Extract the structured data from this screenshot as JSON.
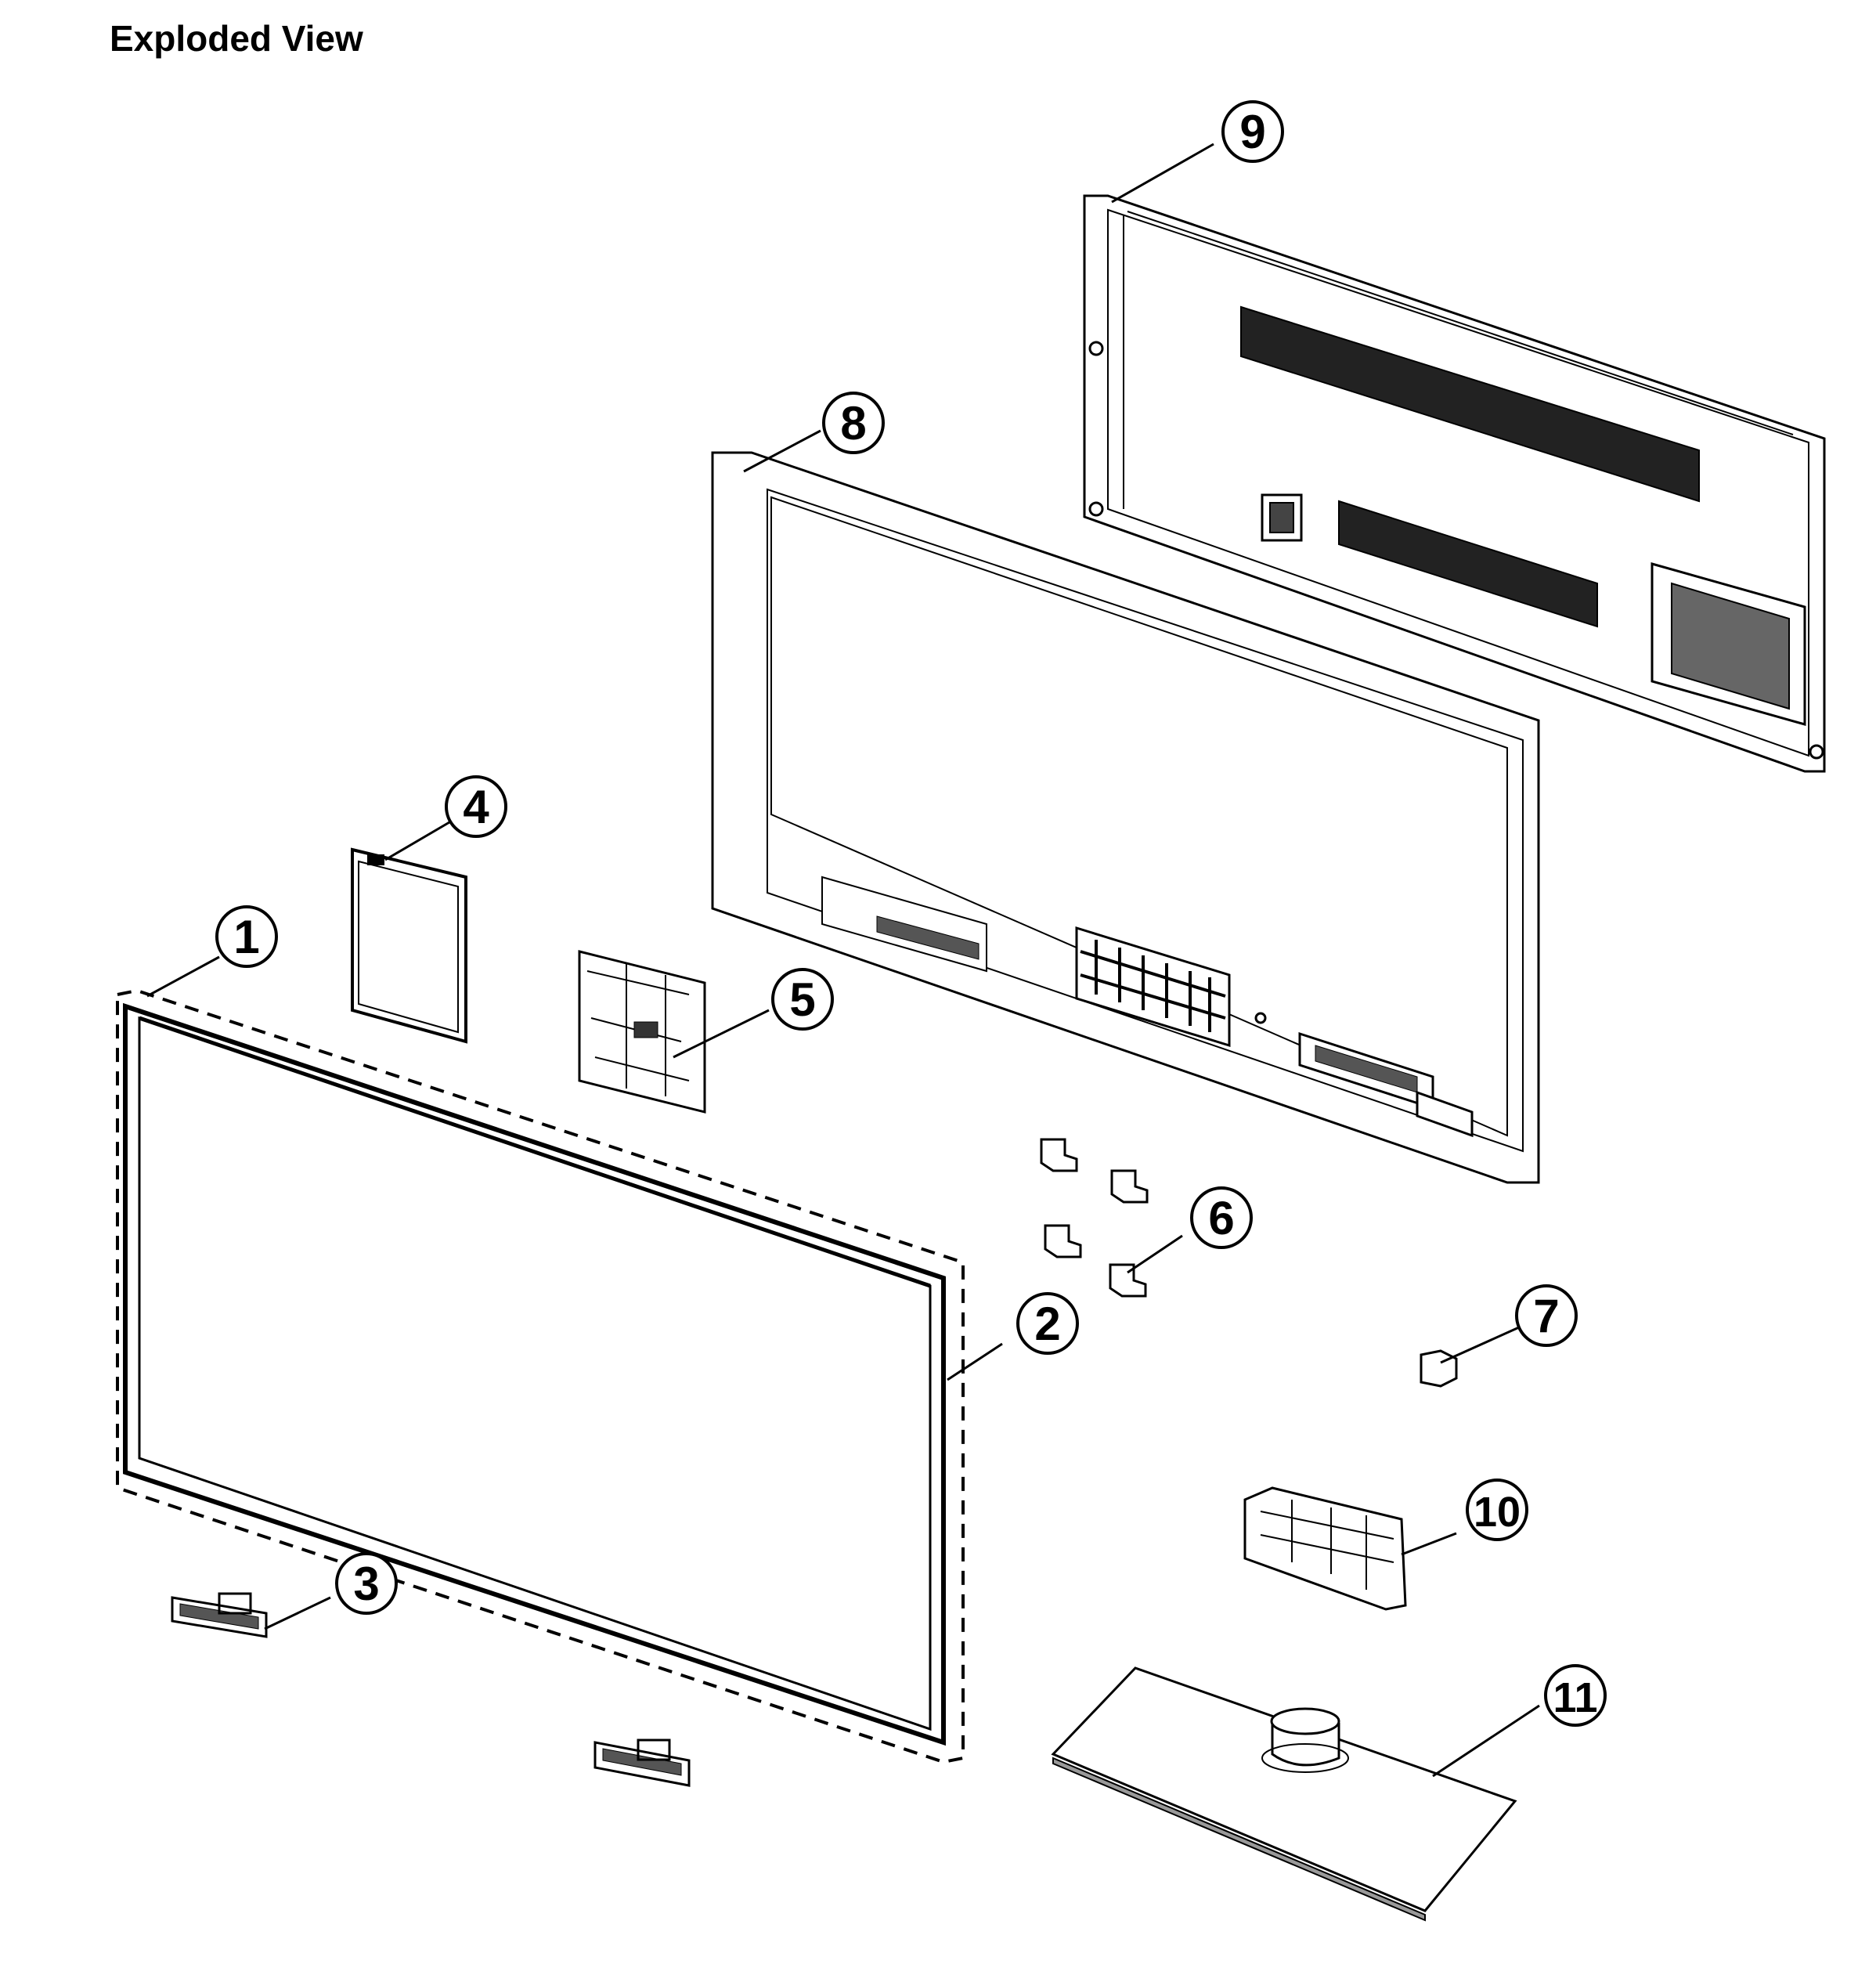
{
  "title": "Exploded View",
  "callouts": [
    {
      "id": "1",
      "label": "1",
      "part": "front-bezel-assembly"
    },
    {
      "id": "2",
      "label": "2",
      "part": "lcd-panel"
    },
    {
      "id": "3",
      "label": "3",
      "part": "speaker"
    },
    {
      "id": "4",
      "label": "4",
      "part": "power-board"
    },
    {
      "id": "5",
      "label": "5",
      "part": "main-board"
    },
    {
      "id": "6",
      "label": "6",
      "part": "bracket-clips"
    },
    {
      "id": "7",
      "label": "7",
      "part": "small-bracket"
    },
    {
      "id": "8",
      "label": "8",
      "part": "middle-frame"
    },
    {
      "id": "9",
      "label": "9",
      "part": "rear-cover"
    },
    {
      "id": "10",
      "label": "10",
      "part": "stand-neck"
    },
    {
      "id": "11",
      "label": "11",
      "part": "stand-base"
    }
  ],
  "colors": {
    "line": "#000000",
    "fill": "#ffffff",
    "shade": "#9a9a9a"
  }
}
